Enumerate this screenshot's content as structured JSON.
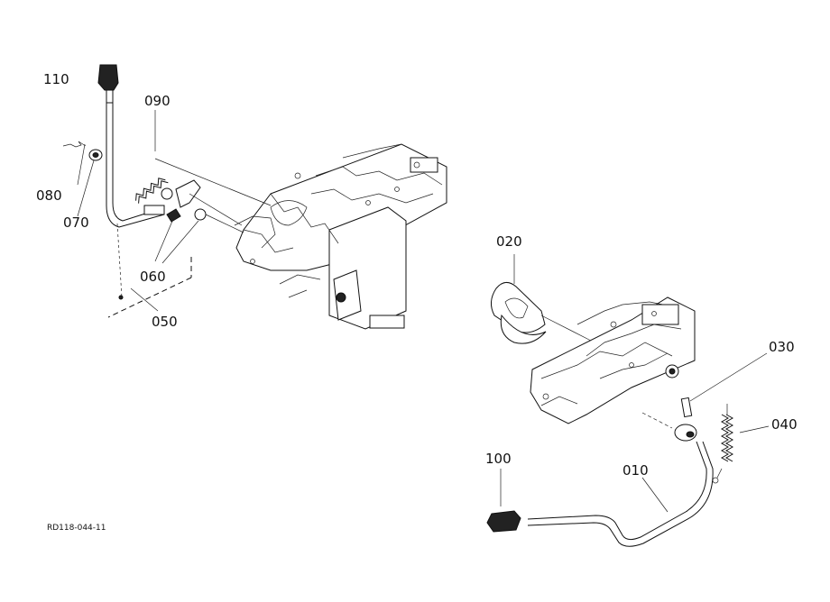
{
  "drawing_code": "RD118-044-11",
  "callouts": {
    "p110": "110",
    "p090": "090",
    "p080": "080",
    "p070": "070",
    "p060": "060",
    "p050": "050",
    "p020": "020",
    "p030": "030",
    "p040": "040",
    "p100": "100",
    "p010": "010"
  }
}
